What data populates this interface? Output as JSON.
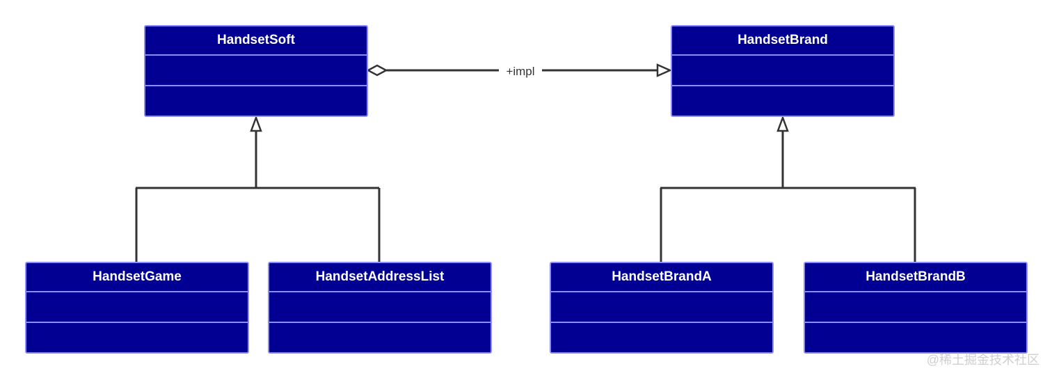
{
  "classes": {
    "handset_soft": {
      "name": "HandsetSoft"
    },
    "handset_brand": {
      "name": "HandsetBrand"
    },
    "handset_game": {
      "name": "HandsetGame"
    },
    "handset_address_list": {
      "name": "HandsetAddressList"
    },
    "handset_brand_a": {
      "name": "HandsetBrandA"
    },
    "handset_brand_b": {
      "name": "HandsetBrandB"
    }
  },
  "relations": {
    "aggregation": {
      "from": "HandsetSoft",
      "to": "HandsetBrand",
      "label": "+impl"
    },
    "inheritance": [
      {
        "child": "HandsetGame",
        "parent": "HandsetSoft"
      },
      {
        "child": "HandsetAddressList",
        "parent": "HandsetSoft"
      },
      {
        "child": "HandsetBrandA",
        "parent": "HandsetBrand"
      },
      {
        "child": "HandsetBrandB",
        "parent": "HandsetBrand"
      }
    ]
  },
  "colors": {
    "class_fill": "#020092",
    "class_border": "#8c8cf5",
    "class_text": "#ffffff",
    "line": "#333333"
  },
  "watermark": "@稀土掘金技术社区"
}
